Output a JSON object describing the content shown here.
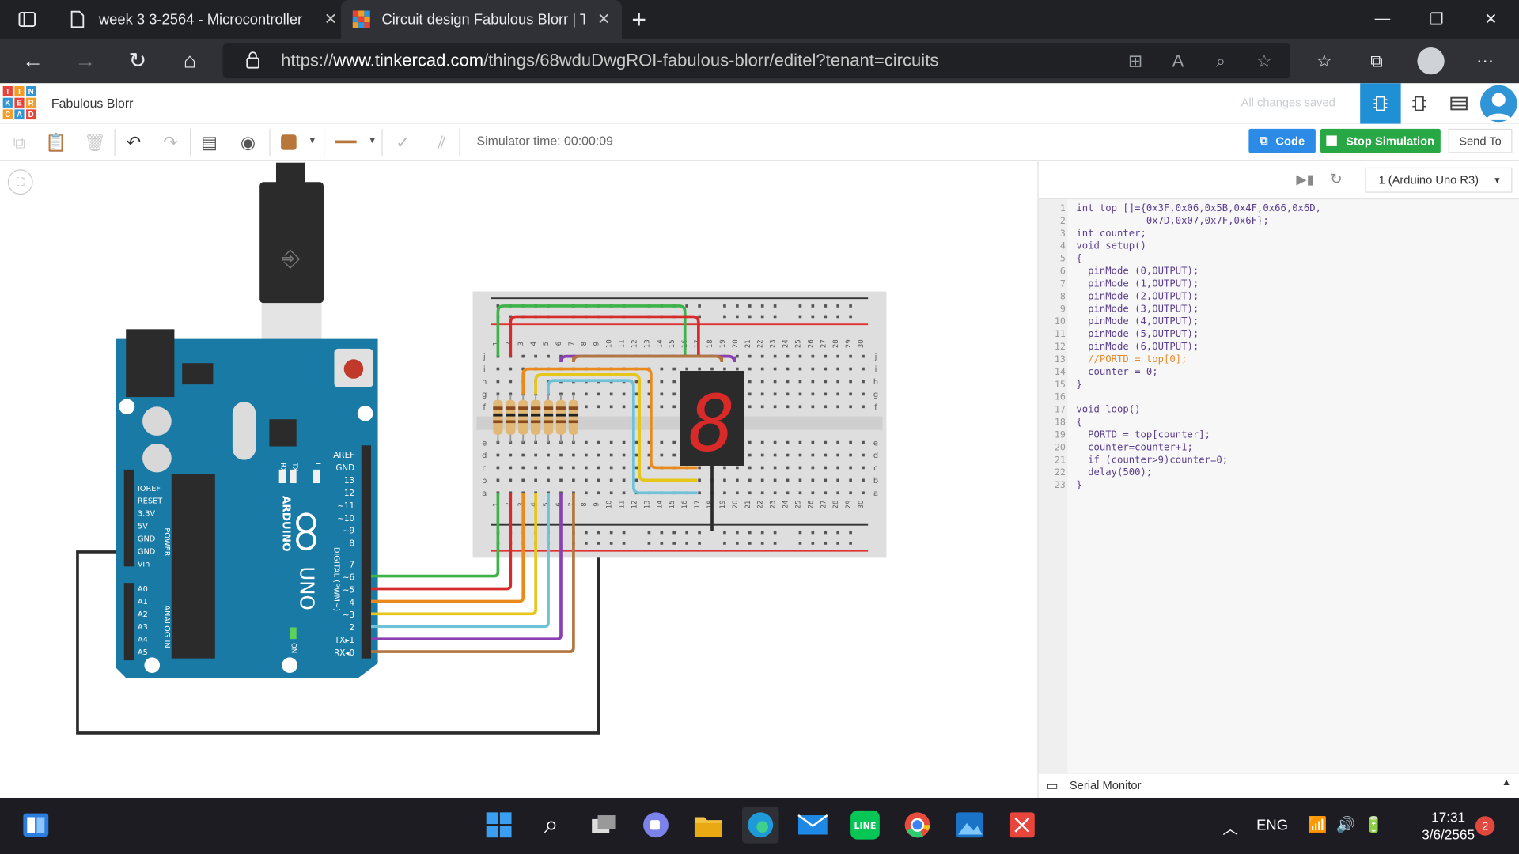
{
  "browser": {
    "tabs": [
      {
        "label": "week 3 3-2564 - Microcontroller",
        "icon": "document-icon"
      },
      {
        "label": "Circuit design Fabulous Blorr | Ti",
        "icon": "tinkercad-icon",
        "active": true
      }
    ],
    "new_tab": "+",
    "url_prefix": "https://",
    "url_host": "www.tinkercad.com",
    "url_path": "/things/68wduDwgROI-fabulous-blorr/editel?tenant=circuits"
  },
  "tinkercad": {
    "logo_letters": [
      "T",
      "I",
      "N",
      "K",
      "E",
      "R",
      "C",
      "A",
      "D"
    ],
    "project_name": "Fabulous Blorr",
    "save_status": "All changes saved"
  },
  "toolbar": {
    "sim_time_label": "Simulator time: 00:00:09",
    "code_label": "Code",
    "stop_label": "Stop Simulation",
    "send_label": "Send To",
    "color_swatch": "#b8763a"
  },
  "code_panel": {
    "device": "1 (Arduino Uno R3)",
    "lines": [
      "int top []={0x3F,0x06,0x5B,0x4F,0x66,0x6D,",
      "            0x7D,0x07,0x7F,0x6F};",
      "int counter;",
      "void setup()",
      "{",
      "  pinMode (0,OUTPUT);",
      "  pinMode (1,OUTPUT);",
      "  pinMode (2,OUTPUT);",
      "  pinMode (3,OUTPUT);",
      "  pinMode (4,OUTPUT);",
      "  pinMode (5,OUTPUT);",
      "  pinMode (6,OUTPUT);",
      "  //PORTD = top[0];",
      "  counter = 0;",
      "}",
      "",
      "void loop()",
      "{",
      "  PORTD = top[counter];",
      "  counter=counter+1;",
      "  if (counter>9)counter=0;",
      "  delay(500);",
      "}"
    ],
    "line_numbers": [
      "1",
      "2",
      "3",
      "4",
      "5",
      "6",
      "7",
      "8",
      "9",
      "10",
      "11",
      "12",
      "13",
      "14",
      "15",
      "16",
      "17",
      "18",
      "19",
      "20",
      "21",
      "22",
      "23"
    ],
    "serial_label": "Serial Monitor"
  },
  "circuit": {
    "board_name": "ARDUINO",
    "board_model": "UNO",
    "digital_label": "DIGITAL (PWM~)",
    "power_label": "POWER",
    "analog_label": "ANALOG IN",
    "power_pins": [
      "IOREF",
      "RESET",
      "3.3V",
      "5V",
      "GND",
      "GND",
      "Vin"
    ],
    "analog_pins": [
      "A0",
      "A1",
      "A2",
      "A3",
      "A4",
      "A5"
    ],
    "digital_pins": [
      "AREF",
      "GND",
      "13",
      "12",
      "~11",
      "~10",
      "~9",
      "8",
      "7",
      "~6",
      "~5",
      "4",
      "~3",
      "2",
      "TX▸1",
      "RX◂0"
    ],
    "tx_label": "TX",
    "rx_label": "RX",
    "l_label": "L",
    "on_label": "ON",
    "segment_digit": "8",
    "wire_colors": [
      "#3fb24a",
      "#d72b2b",
      "#e98a1a",
      "#e6c619",
      "#6fc3d8",
      "#8a3fb2",
      "#b2753f"
    ],
    "breadboard_row_letters_top": [
      "j",
      "i",
      "h",
      "g",
      "f"
    ],
    "breadboard_row_letters_bottom": [
      "e",
      "d",
      "c",
      "b",
      "a"
    ],
    "breadboard_cols": [
      "1",
      "2",
      "3",
      "4",
      "5",
      "6",
      "7",
      "8",
      "9",
      "10",
      "11",
      "12",
      "13",
      "14",
      "15",
      "16",
      "17",
      "18",
      "19",
      "20",
      "21",
      "22",
      "23",
      "24",
      "25",
      "26",
      "27",
      "28",
      "29",
      "30"
    ]
  },
  "taskbar": {
    "language": "ENG",
    "time": "17:31",
    "date": "3/6/2565",
    "notification_count": "2"
  }
}
